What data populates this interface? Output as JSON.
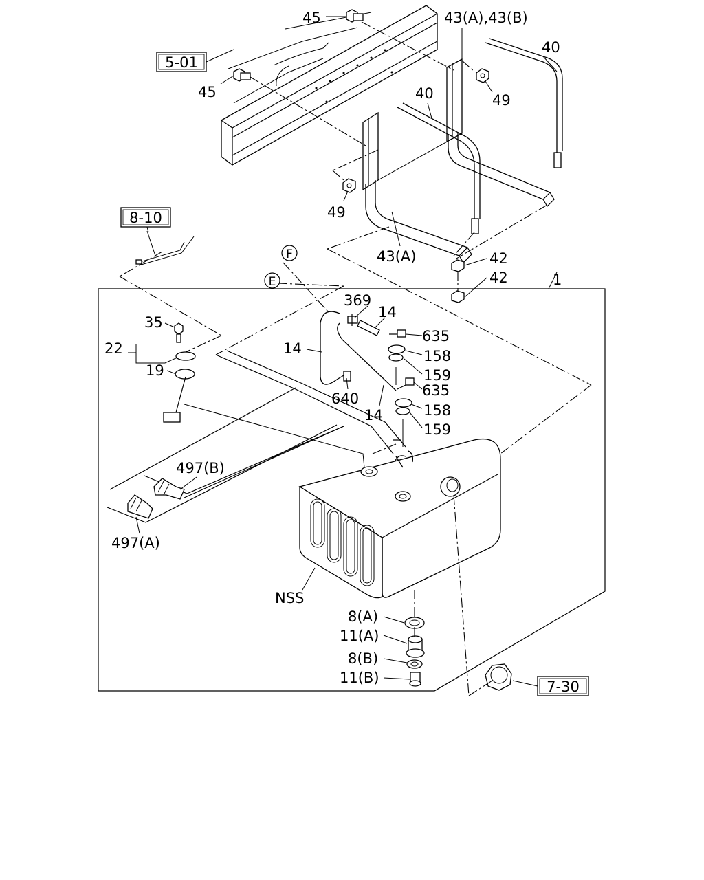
{
  "refs": {
    "r501": "5-01",
    "r810": "8-10",
    "r730": "7-30"
  },
  "circles": {
    "e": "E",
    "f": "F"
  },
  "labels": {
    "p45a": "45",
    "p45b": "45",
    "p43ab": "43(A),43(B)",
    "p40a": "40",
    "p40b": "40",
    "p49a": "49",
    "p49b": "49",
    "p43a": "43(A)",
    "p42a": "42",
    "p42b": "42",
    "p1": "1",
    "p369": "369",
    "p14a": "14",
    "p14b": "14",
    "p14c": "14",
    "p635a": "635",
    "p158a": "158",
    "p159a": "159",
    "p635b": "635",
    "p158b": "158",
    "p159b": "159",
    "p640": "640",
    "p35": "35",
    "p22": "22",
    "p19": "19",
    "p497b": "497(B)",
    "p497a": "497(A)",
    "nss": "NSS",
    "p8a": "8(A)",
    "p11a": "11(A)",
    "p8b": "8(B)",
    "p11b": "11(B)"
  }
}
